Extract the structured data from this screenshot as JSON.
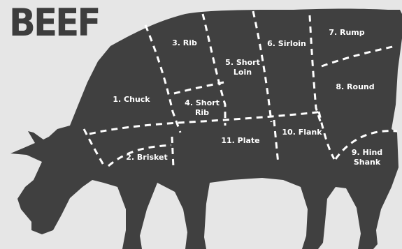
{
  "title": "BEEF",
  "colors": {
    "background": "#e6e6e6",
    "silhouette": "#404040",
    "cut_lines": "#ffffff",
    "labels": "#ffffff"
  },
  "cuts": [
    {
      "id": "chuck",
      "lines": [
        "1. Chuck"
      ]
    },
    {
      "id": "brisket",
      "lines": [
        "2. Brisket"
      ]
    },
    {
      "id": "rib",
      "lines": [
        "3. Rib"
      ]
    },
    {
      "id": "short-rib",
      "lines": [
        "4. Short",
        "Rib"
      ]
    },
    {
      "id": "short-loin",
      "lines": [
        "5. Short",
        "Loin"
      ]
    },
    {
      "id": "sirloin",
      "lines": [
        "6. Sirloin"
      ]
    },
    {
      "id": "rump",
      "lines": [
        "7. Rump"
      ]
    },
    {
      "id": "round",
      "lines": [
        "8. Round"
      ]
    },
    {
      "id": "hind-shank",
      "lines": [
        "9. Hind",
        "Shank"
      ]
    },
    {
      "id": "flank",
      "lines": [
        "10. Flank"
      ]
    },
    {
      "id": "plate",
      "lines": [
        "11. Plate"
      ]
    }
  ]
}
